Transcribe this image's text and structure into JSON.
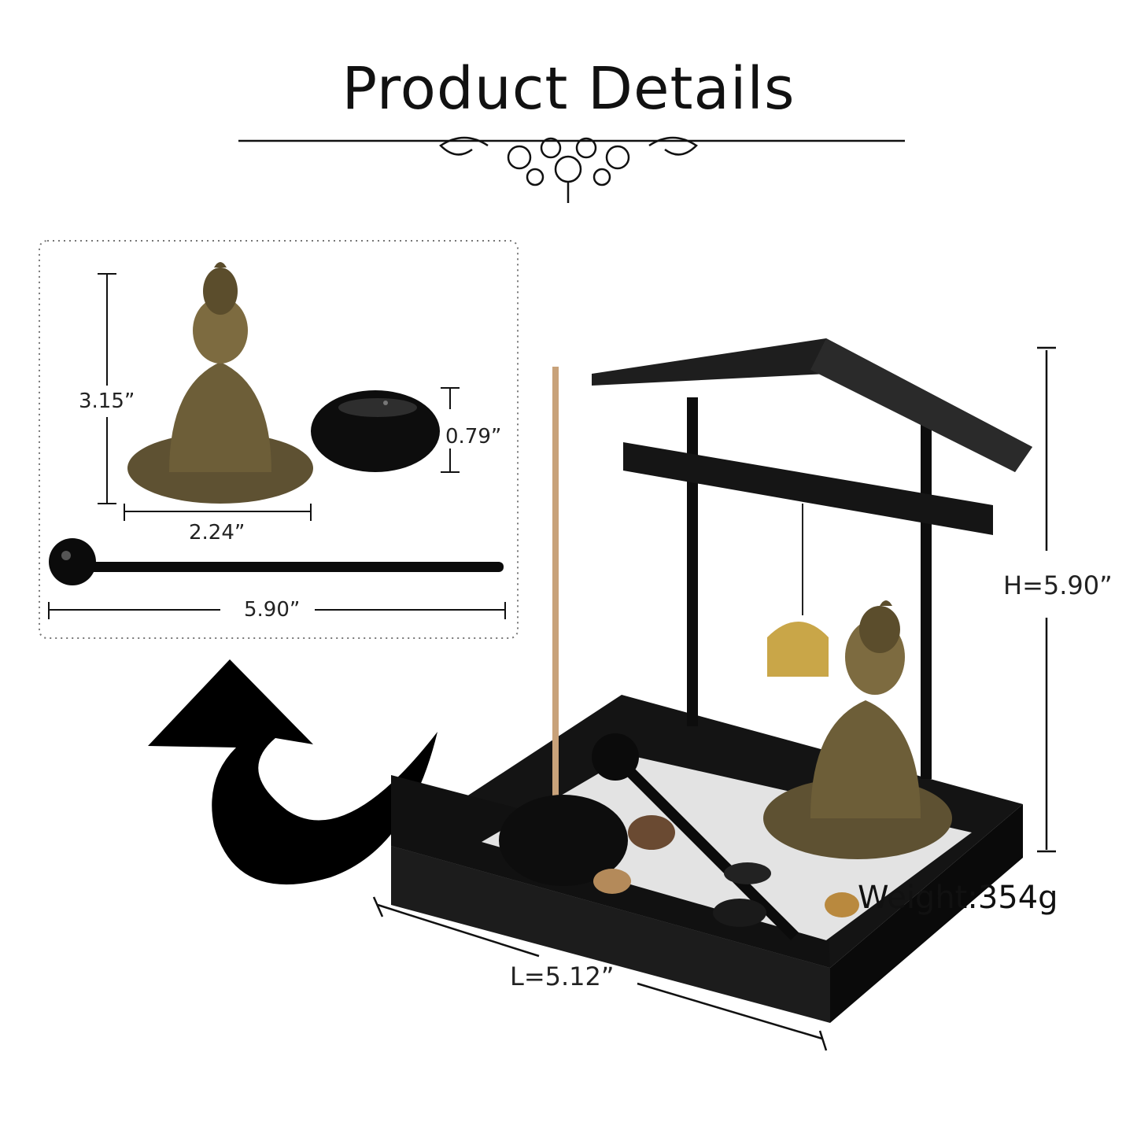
{
  "header": {
    "title": "Product Details"
  },
  "inset": {
    "buddha_height": "3.15”",
    "buddha_width": "2.24”",
    "holder_height": "0.79”",
    "striker_length": "5.90”"
  },
  "main": {
    "height": "H=5.90”",
    "length": "L=5.12”",
    "weight": "Weight:354g"
  },
  "colors": {
    "wood": "#1a1a1a",
    "bronze": "#8a7440",
    "brass": "#c9a648",
    "sand": "#e6e6e6"
  }
}
